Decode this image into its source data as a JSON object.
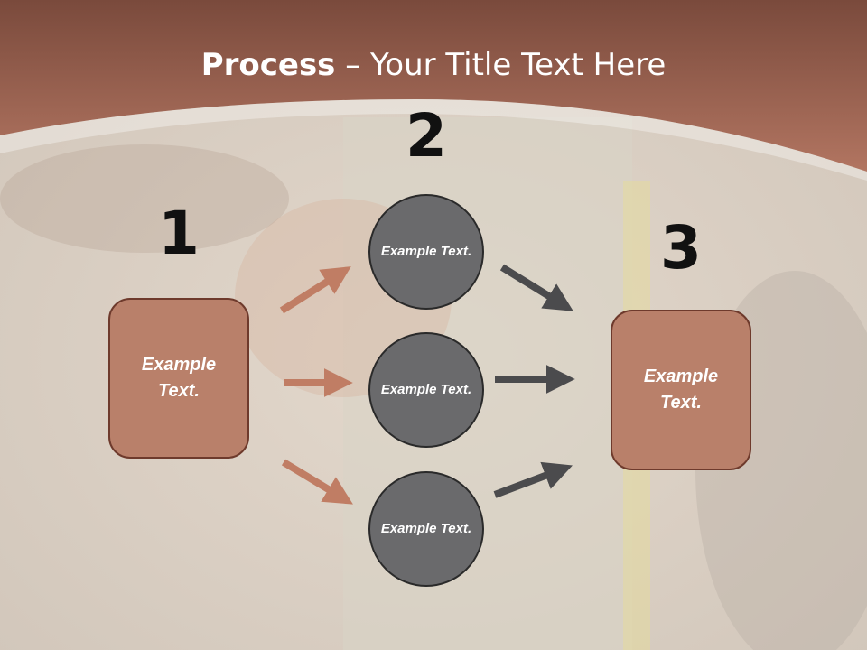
{
  "title": {
    "bold": "Process",
    "rest": " – Your Title Text Here"
  },
  "steps": {
    "one": "1",
    "two": "2",
    "three": "3"
  },
  "boxes": {
    "left": "Example Text.",
    "right": "Example Text."
  },
  "circles": {
    "top": "Example Text.",
    "middle": "Example Text.",
    "bottom": "Example Text."
  },
  "colors": {
    "banner": "#a86a55",
    "box_fill": "#b9806a",
    "box_border": "#6e3a2c",
    "orange_arrow": "#c07d64",
    "circle_fill": "#6a6a6c",
    "dark_arrow": "#4b4b4d"
  }
}
